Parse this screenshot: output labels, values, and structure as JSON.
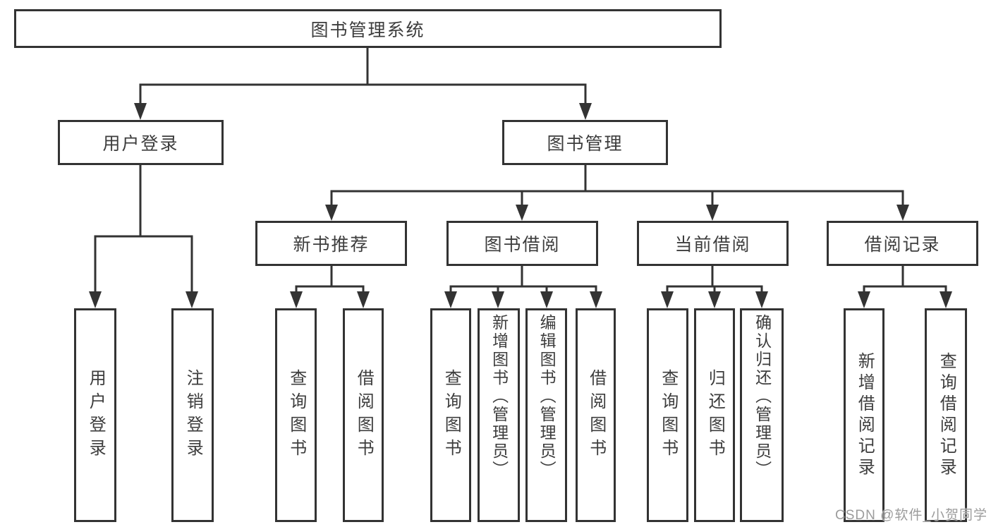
{
  "colors": {
    "line": "#333333",
    "text": "#3d3d3d",
    "watermark": "#9c9c9c"
  },
  "watermark": {
    "text": "CSDN @软件_小贺同学"
  },
  "tree": {
    "root": {
      "label": "图书管理系统",
      "children": [
        {
          "label": "用户登录",
          "children": [
            {
              "label": "用户登录"
            },
            {
              "label": "注销登录"
            }
          ]
        },
        {
          "label": "图书管理",
          "children": [
            {
              "label": "新书推荐",
              "children": [
                {
                  "label": "查询图书"
                },
                {
                  "label": "借阅图书"
                }
              ]
            },
            {
              "label": "图书借阅",
              "children": [
                {
                  "label": "查询图书"
                },
                {
                  "label": "新增图书（管理员）"
                },
                {
                  "label": "编辑图书（管理员）"
                },
                {
                  "label": "借阅图书"
                }
              ]
            },
            {
              "label": "当前借阅",
              "children": [
                {
                  "label": "查询图书"
                },
                {
                  "label": "归还图书"
                },
                {
                  "label": "确认归还（管理员）"
                }
              ]
            },
            {
              "label": "借阅记录",
              "children": [
                {
                  "label": "新增借阅记录"
                },
                {
                  "label": "查询借阅记录"
                }
              ]
            }
          ]
        }
      ]
    }
  }
}
